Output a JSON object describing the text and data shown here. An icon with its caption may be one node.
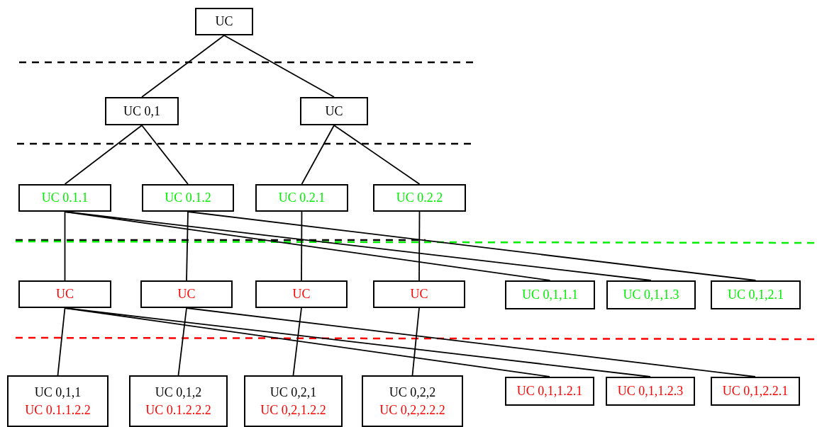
{
  "diagram": {
    "nodes": [
      {
        "text": [
          "UC"
        ]
      },
      {
        "text": [
          "UC 0,1"
        ]
      },
      {
        "text": [
          "UC"
        ]
      },
      {
        "text": [
          "UC 0.1.1"
        ]
      },
      {
        "text": [
          "UC 0.1.2"
        ]
      },
      {
        "text": [
          "UC 0.2.1"
        ]
      },
      {
        "text": [
          "UC 0.2.2"
        ]
      },
      {
        "text": [
          "UC"
        ]
      },
      {
        "text": [
          "UC"
        ]
      },
      {
        "text": [
          "UC"
        ]
      },
      {
        "text": [
          "UC"
        ]
      },
      {
        "text": [
          "UC 0,1,1.1"
        ]
      },
      {
        "text": [
          "UC 0,1,1.3"
        ]
      },
      {
        "text": [
          "UC 0,1,2.1"
        ]
      },
      {
        "text": [
          "UC 0,1,1",
          "UC 0.1.1.2.2"
        ]
      },
      {
        "text": [
          "UC 0,1,2",
          "UC 0.1.2.2.2"
        ]
      },
      {
        "text": [
          "UC 0,2,1",
          "UC 0,2,1.2.2"
        ]
      },
      {
        "text": [
          "UC 0,2,2",
          "UC 0,2,2.2.2"
        ]
      },
      {
        "text": [
          "UC 0,1,1.2.1"
        ]
      },
      {
        "text": [
          "UC 0,1,1.2.3"
        ]
      },
      {
        "text": [
          "UC 0,1,2.2.1"
        ]
      }
    ],
    "edges": [
      {
        "from": 0,
        "to": 1,
        "arrow": "none"
      },
      {
        "from": 0,
        "to": 2,
        "arrow": "none"
      },
      {
        "from": 1,
        "to": 3,
        "arrow": "none"
      },
      {
        "from": 1,
        "to": 4,
        "arrow": "none"
      },
      {
        "from": 2,
        "to": 5,
        "arrow": "none"
      },
      {
        "from": 2,
        "to": 6,
        "arrow": "none"
      },
      {
        "from": 3,
        "to": 7,
        "arrow": "none"
      },
      {
        "from": 4,
        "to": 8,
        "arrow": "none"
      },
      {
        "from": 5,
        "to": 9,
        "arrow": "none"
      },
      {
        "from": 6,
        "to": 10,
        "arrow": "none"
      },
      {
        "from": 3,
        "to": 11,
        "arrow": "none"
      },
      {
        "from": 3,
        "to": 12,
        "arrow": "none"
      },
      {
        "from": 4,
        "to": 13,
        "arrow": "none"
      },
      {
        "from": 7,
        "to": 14,
        "arrow": "none"
      },
      {
        "from": 8,
        "to": 15,
        "arrow": "none"
      },
      {
        "from": 9,
        "to": 16,
        "arrow": "none"
      },
      {
        "from": 10,
        "to": 17,
        "arrow": "none"
      },
      {
        "from": 7,
        "to": 18,
        "arrow": "none"
      },
      {
        "from": 7,
        "to": 19,
        "arrow": "none"
      },
      {
        "from": 8,
        "to": 20,
        "arrow": "none"
      }
    ]
  }
}
